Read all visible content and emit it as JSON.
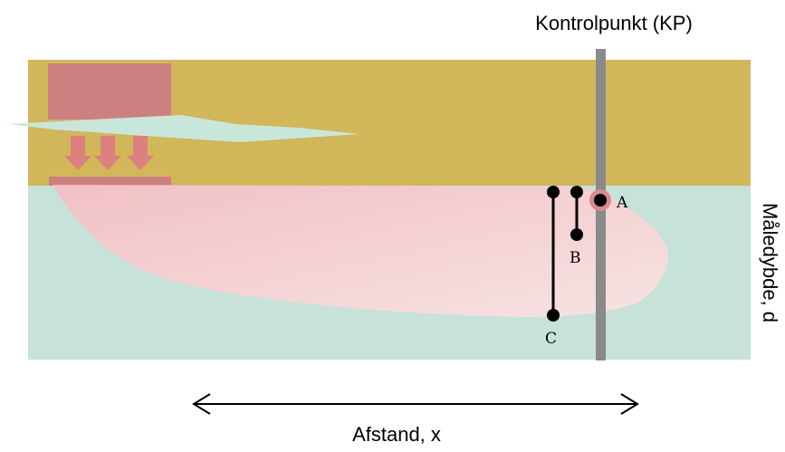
{
  "labels": {
    "control_point": "Kontrolpunkt (KP)",
    "distance": "Afstand, x",
    "measuring_depth": "Måledybde, d"
  },
  "points": {
    "a": "A",
    "b": "B",
    "c": "C"
  },
  "colors": {
    "soil_layer": "#d2b65a",
    "groundwater": "#c6e2d9",
    "source_block": "#cd8080",
    "leak_arrows": "#dd8080",
    "lens": "#c9e6da",
    "plume": "#f3cdd0",
    "kp_bar": "#8a8a8a",
    "marker": "#000000",
    "marker_ring": "#d88a8c"
  }
}
